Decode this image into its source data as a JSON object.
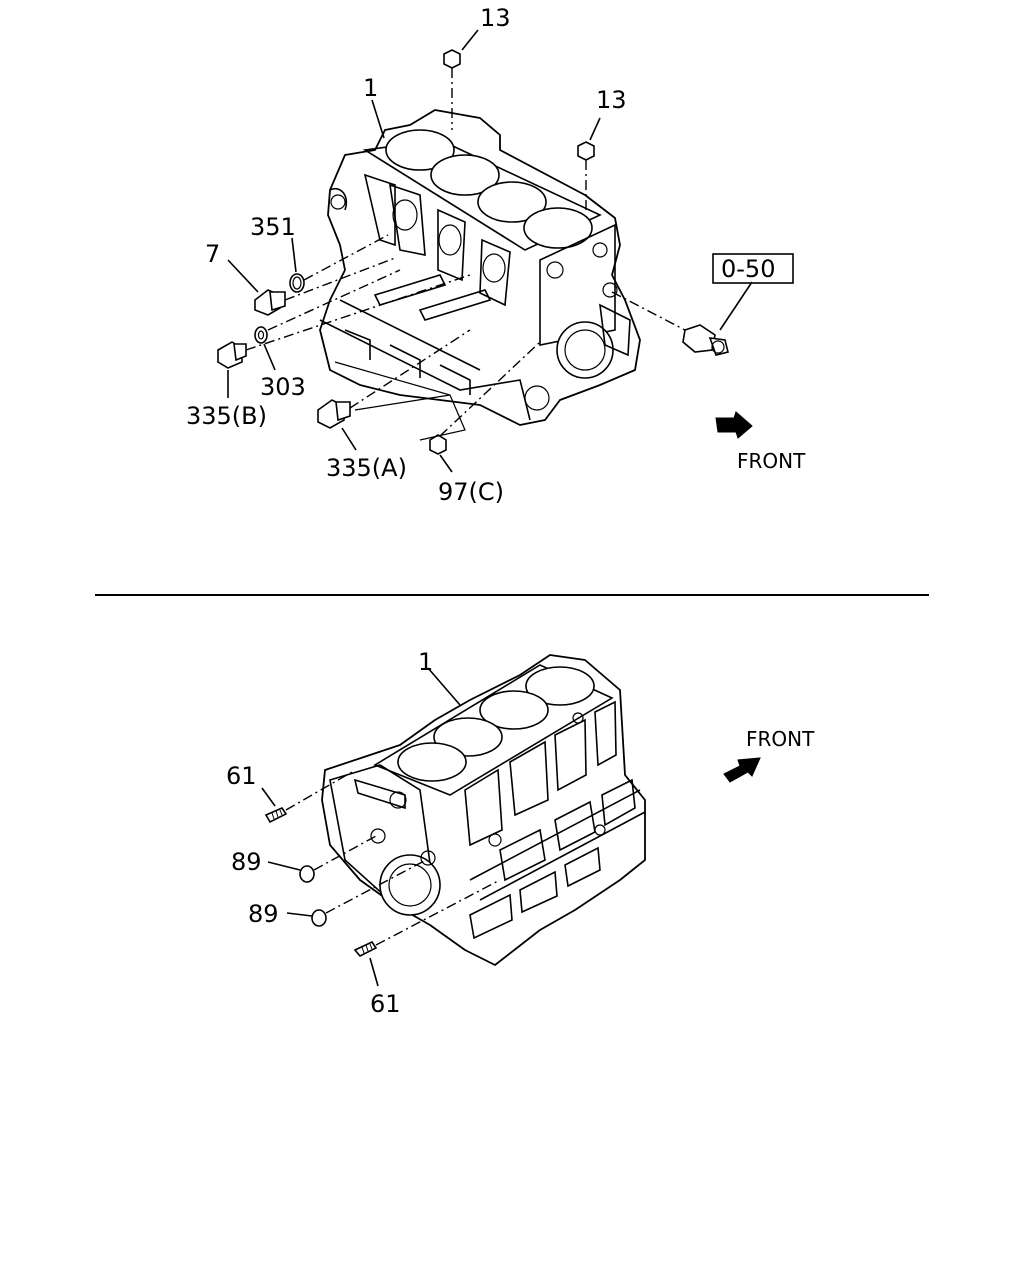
{
  "top_view": {
    "labels": {
      "block": "1",
      "plug_top_a": "13",
      "plug_top_b": "13",
      "ring": "351",
      "plug_side": "7",
      "washer": "303",
      "plug_b": "335(B)",
      "plug_a": "335(A)",
      "cap_c": "97(C)",
      "reference": "0-50"
    },
    "front_label": "FRONT"
  },
  "bottom_view": {
    "labels": {
      "block": "1",
      "stud_top": "61",
      "plug_upper": "89",
      "plug_lower": "89",
      "stud_bottom": "61"
    },
    "front_label": "FRONT"
  }
}
